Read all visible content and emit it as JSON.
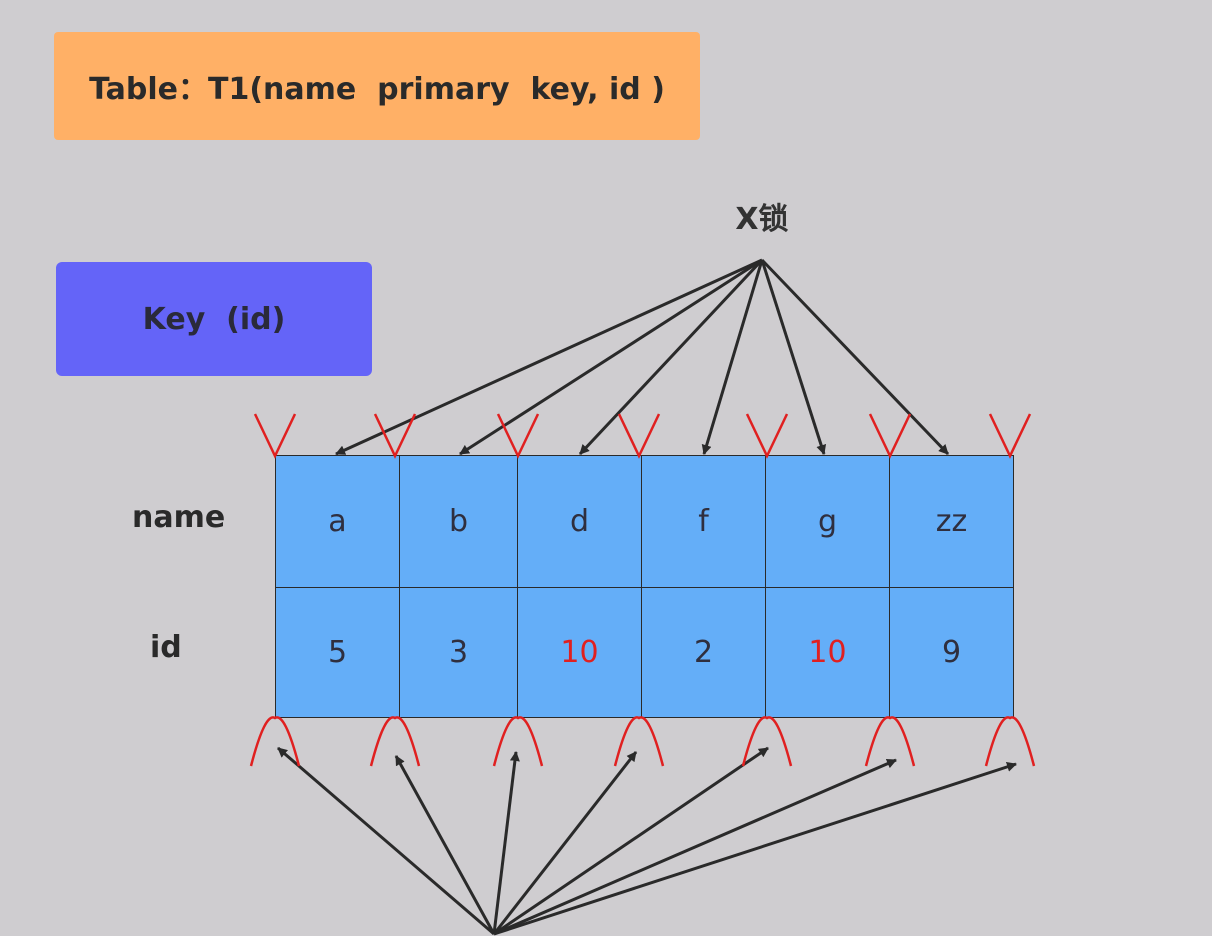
{
  "title": "Table：T1(name  primary  key, id )",
  "key_label": "Key  (id)",
  "lock_label": "X锁",
  "row_labels": {
    "name": "name",
    "id": "id"
  },
  "columns": [
    {
      "name": "a",
      "id": "5",
      "id_highlight": false
    },
    {
      "name": "b",
      "id": "3",
      "id_highlight": false
    },
    {
      "name": "d",
      "id": "10",
      "id_highlight": true
    },
    {
      "name": "f",
      "id": "2",
      "id_highlight": false
    },
    {
      "name": "g",
      "id": "10",
      "id_highlight": true
    },
    {
      "name": "zz",
      "id": "9",
      "id_highlight": false
    }
  ],
  "colors": {
    "title_bg": "#ffb066",
    "key_bg": "#6464f8",
    "cell_bg": "#64aef8",
    "highlight_text": "#e02020",
    "gap_mark": "#e02020",
    "arrow": "#2a2a2a",
    "background": "#cfcdd0"
  }
}
